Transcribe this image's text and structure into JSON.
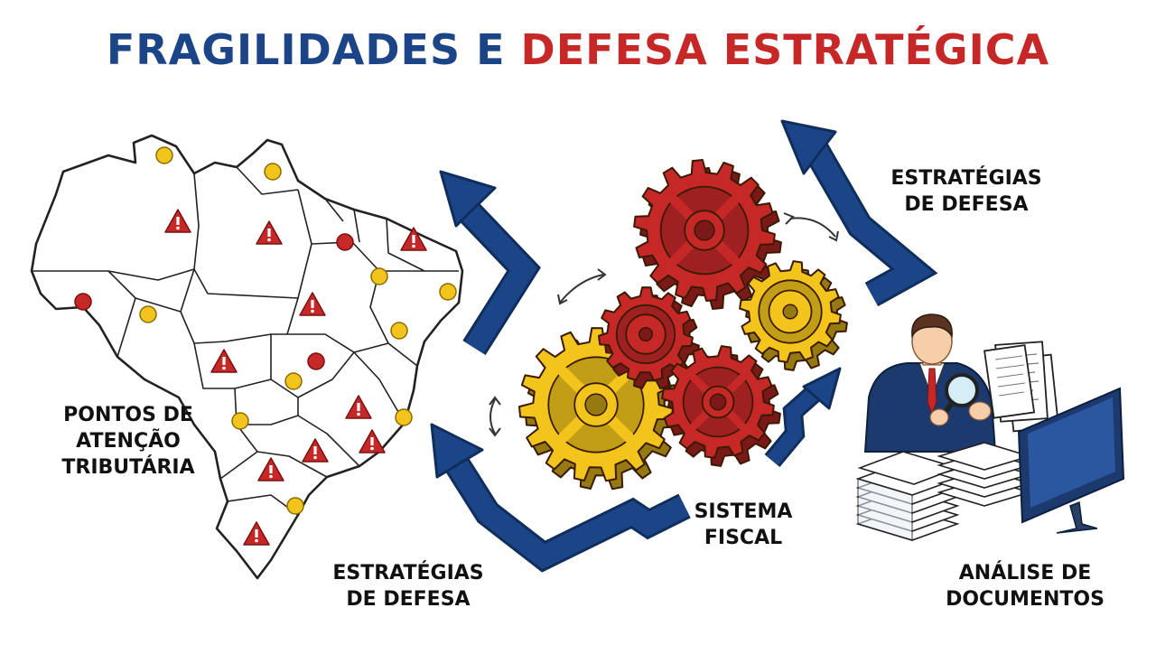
{
  "title": {
    "part1": "FRAGILIDADES E",
    "part2": "DEFESA ESTRATÉGICA"
  },
  "labels": {
    "pontos": [
      "PONTOS DE",
      "ATENÇÃO",
      "TRIBUTÁRIA"
    ],
    "estrategias_bottom": [
      "ESTRATÉGIAS",
      "DE DEFESA"
    ],
    "estrategias_top": [
      "ESTRATÉGIAS",
      "DE DEFESA"
    ],
    "sistema": [
      "SISTEMA",
      "FISCAL"
    ],
    "analise": [
      "ANÁLISE DE",
      "DOCUMENTOS"
    ]
  },
  "colors": {
    "blue": "#1c4587",
    "red": "#c62828",
    "gear_red": "#c62828",
    "gear_yellow": "#f2c41c",
    "map_outline": "#222222"
  }
}
